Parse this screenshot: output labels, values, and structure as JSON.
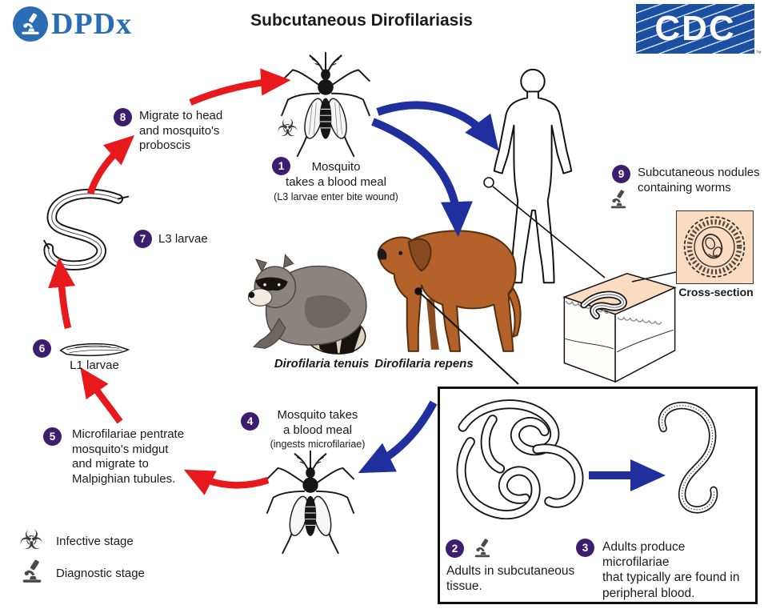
{
  "title": "Subcutaneous Dirofilariasis",
  "logos": {
    "dpdx_text": "DPDx",
    "cdc_text": "CDC",
    "cdc_tm": "™"
  },
  "icons": {
    "biohazard_glyph": "☣"
  },
  "steps": {
    "s1": {
      "num": "1",
      "lines": [
        "Mosquito",
        "takes a blood meal"
      ],
      "sub": "(L3 larvae enter bite wound)"
    },
    "s2": {
      "num": "2",
      "lines": [
        "Adults in subcutaneous",
        "tissue."
      ]
    },
    "s3": {
      "num": "3",
      "lines": [
        "Adults produce microfilariae",
        "that typically are found in",
        "peripheral blood."
      ]
    },
    "s4": {
      "num": "4",
      "lines": [
        "Mosquito takes",
        "a blood meal"
      ],
      "sub": "(ingests microfilariae)"
    },
    "s5": {
      "num": "5",
      "lines": [
        "Microfilariae pentrate",
        "mosquito's midgut",
        "and migrate to",
        "Malpighian tubules."
      ]
    },
    "s6": {
      "num": "6",
      "label": "L1 larvae"
    },
    "s7": {
      "num": "7",
      "label": "L3 larvae"
    },
    "s8": {
      "num": "8",
      "lines": [
        "Migrate to head",
        "and mosquito's",
        "proboscis"
      ]
    },
    "s9": {
      "num": "9",
      "lines": [
        "Subcutaneous nodules",
        "containing worms"
      ]
    }
  },
  "species": {
    "raccoon_host": "Dirofilaria tenuis",
    "dog_host": "Dirofilaria repens"
  },
  "cross_section_label": "Cross-section",
  "legend": {
    "infective": "Infective stage",
    "diagnostic": "Diagnostic stage"
  },
  "colors": {
    "badge_purple": "#3d1d6e",
    "red_arrow": "#e8191c",
    "blue_arrow": "#202f9e",
    "cdc_blue": "#1b4fa1",
    "dpdx_blue": "#2a6db4",
    "skin_tone": "#fbdcc0"
  }
}
